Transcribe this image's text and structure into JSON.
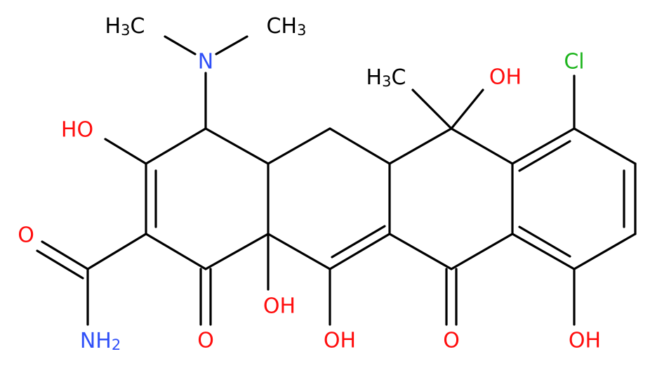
{
  "molecule": {
    "colors": {
      "bond": "#000000",
      "carbon": "#000000",
      "oxygen": "#ff0d0d",
      "nitrogen": "#3050f8",
      "chlorine": "#1fb51f"
    },
    "labels": {
      "ch3_left": {
        "main": "H",
        "sub": "3",
        "tail": "C"
      },
      "ch3_right": {
        "main": "CH",
        "sub": "3"
      },
      "n": "N",
      "ch3_c6": {
        "main": "H",
        "sub": "3",
        "tail": "C"
      },
      "oh_c6": "OH",
      "cl": "Cl",
      "oh_c3": "HO",
      "o_amide": "O",
      "nh2": {
        "main": "NH",
        "sub": "2"
      },
      "o_c1": "O",
      "oh_c12a": "OH",
      "oh_c12": "OH",
      "o_c11": "O",
      "oh_c10": "OH"
    }
  }
}
